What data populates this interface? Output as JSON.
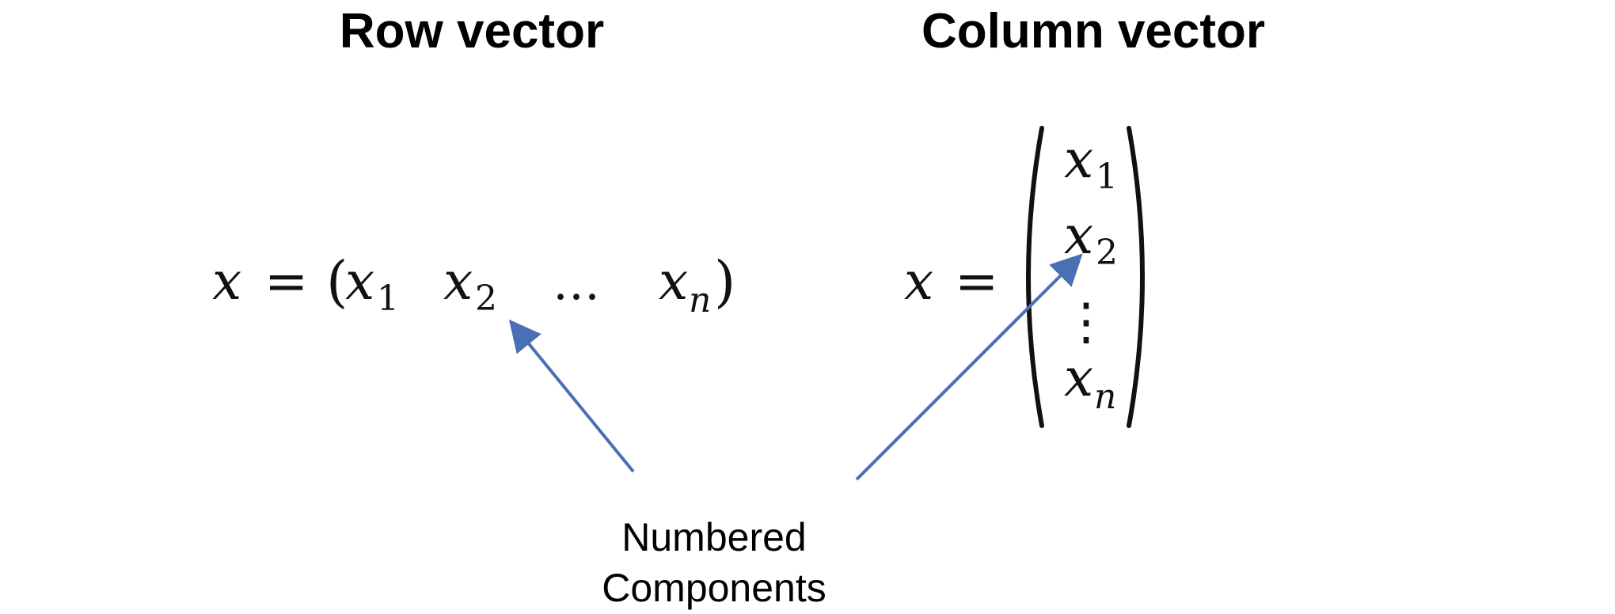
{
  "titles": {
    "row": "Row vector",
    "column": "Column vector"
  },
  "row_vector": {
    "lhs_variable": "x",
    "equals": "=",
    "open_paren": "(",
    "close_paren": ")",
    "components": [
      {
        "base": "x",
        "sub": "1"
      },
      {
        "base": "x",
        "sub": "2"
      },
      {
        "ellipsis": "…"
      },
      {
        "base": "x",
        "sub": "n"
      }
    ]
  },
  "column_vector": {
    "lhs_variable": "x",
    "equals": "=",
    "components": [
      {
        "base": "x",
        "sub": "1"
      },
      {
        "base": "x",
        "sub": "2"
      },
      {
        "ellipsis": "⋮"
      },
      {
        "base": "x",
        "sub": "n"
      }
    ]
  },
  "caption": {
    "line1": "Numbered",
    "line2": "Components"
  },
  "colors": {
    "arrow": "#4a6fb5",
    "text": "#000000"
  }
}
